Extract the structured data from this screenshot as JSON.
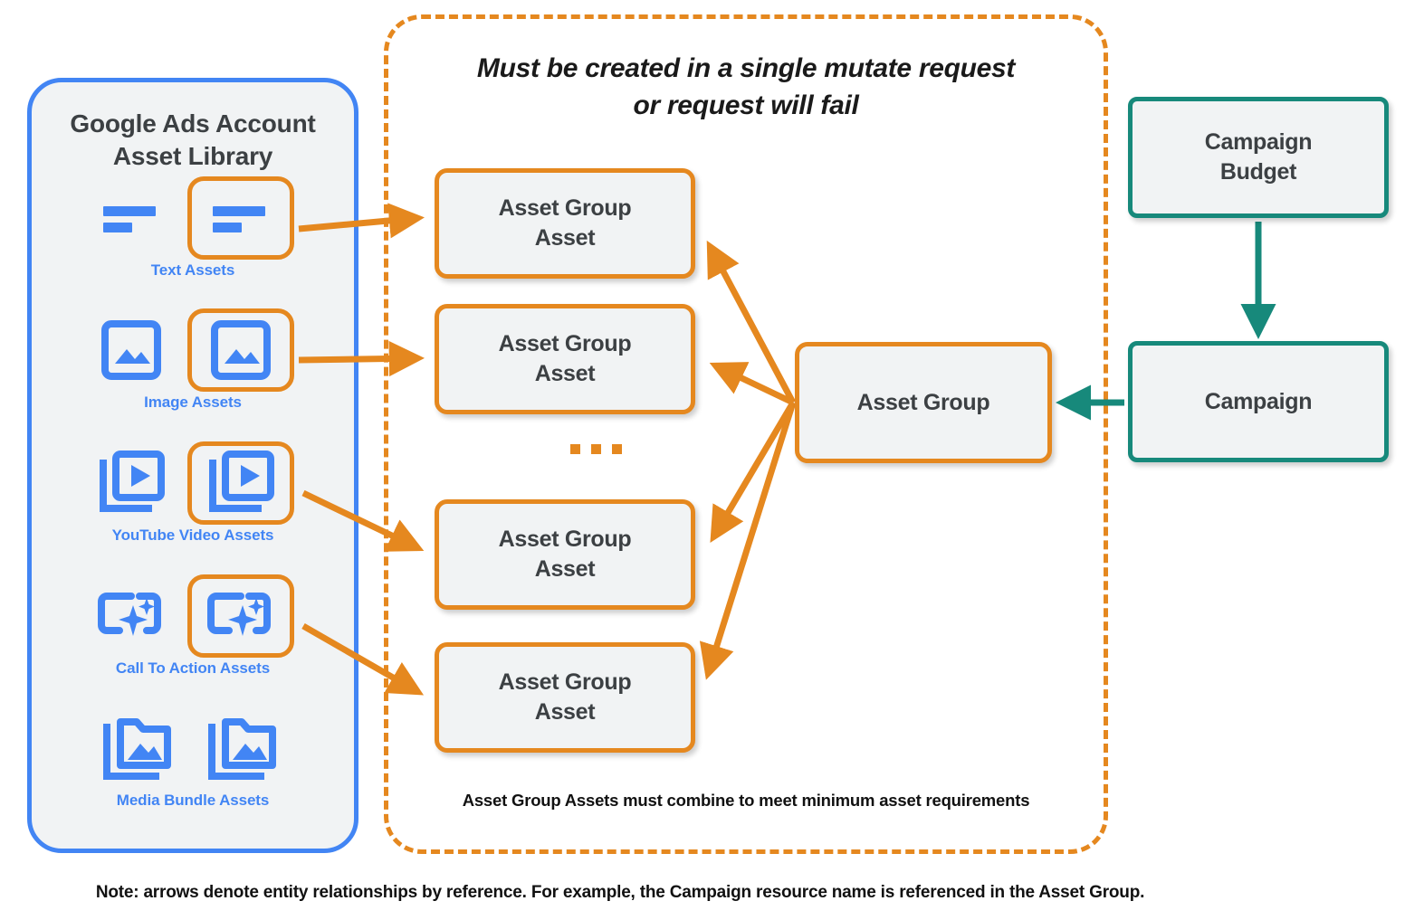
{
  "library": {
    "title_line1": "Google Ads Account",
    "title_line2": "Asset Library",
    "border_color": "#4285F4",
    "items": [
      {
        "label": "Text Assets",
        "icon": "text-asset-icon",
        "highlighted": true,
        "count": 2
      },
      {
        "label": "Image Assets",
        "icon": "image-asset-icon",
        "highlighted": true,
        "count": 2
      },
      {
        "label": "YouTube Video  Assets",
        "icon": "youtube-video-asset-icon",
        "highlighted": true,
        "count": 2
      },
      {
        "label": "Call To Action Assets",
        "icon": "call-to-action-asset-icon",
        "highlighted": true,
        "count": 2
      },
      {
        "label": "Media Bundle  Assets",
        "icon": "media-bundle-asset-icon",
        "highlighted": false,
        "count": 2
      }
    ]
  },
  "mutate_region": {
    "note_line1": "Must be created in a single mutate request",
    "note_line2": "or request will fail",
    "footer": "Asset Group Assets must combine to meet minimum asset requirements",
    "border_color": "#E5881F",
    "border_style": "dashed"
  },
  "nodes": {
    "asset_group_assets": [
      {
        "line1": "Asset Group",
        "line2": "Asset"
      },
      {
        "line1": "Asset Group",
        "line2": "Asset"
      },
      {
        "line1": "Asset Group",
        "line2": "Asset"
      },
      {
        "line1": "Asset Group",
        "line2": "Asset"
      }
    ],
    "asset_group": {
      "label": "Asset Group",
      "color": "#E5881F"
    },
    "campaign_budget": {
      "line1": "Campaign",
      "line2": "Budget",
      "color": "#17897B"
    },
    "campaign": {
      "label": "Campaign",
      "color": "#17897B"
    }
  },
  "ellipsis": "...",
  "bottom_note": "Note: arrows denote entity relationships by reference. For example, the Campaign resource name is referenced in the Asset Group.",
  "colors": {
    "orange": "#E5881F",
    "teal": "#17897B",
    "blue": "#4285F4",
    "node_fill": "#f1f3f4",
    "text_dark": "#3c4043"
  }
}
